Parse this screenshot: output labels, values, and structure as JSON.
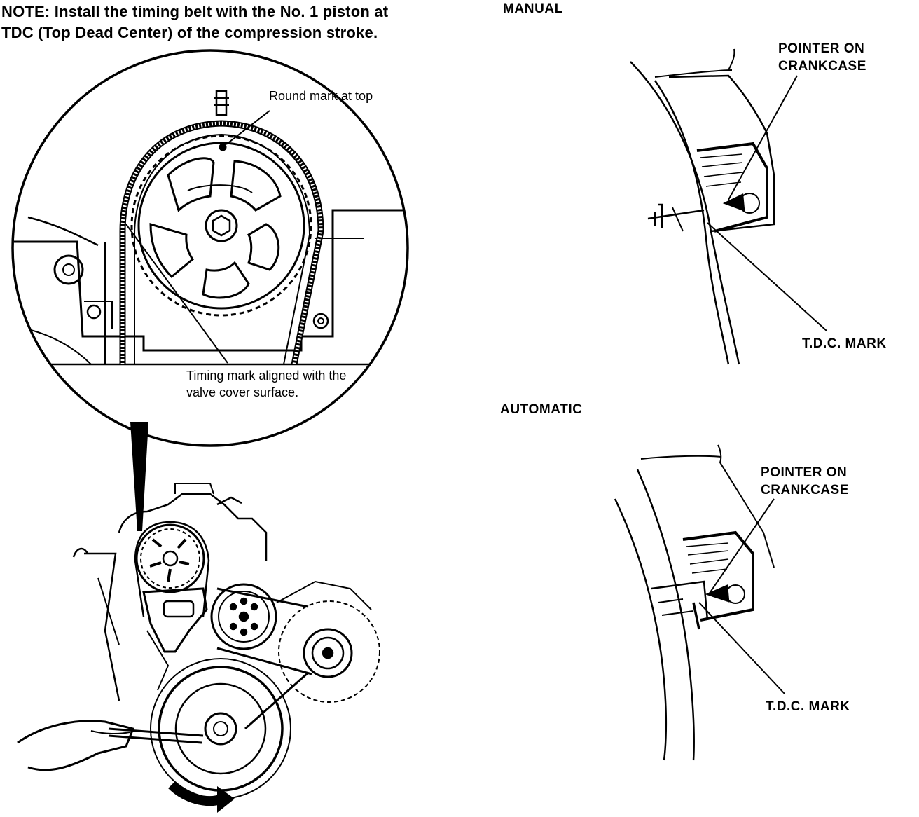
{
  "note": {
    "line1": "NOTE: Install the timing belt with the No. 1 piston at",
    "line2": "TDC (Top Dead Center) of the compression stroke."
  },
  "callouts": {
    "round_mark": "Round mark at top",
    "timing_mark_line1": "Timing mark aligned with the",
    "timing_mark_line2": "valve cover surface."
  },
  "manual": {
    "heading": "MANUAL",
    "pointer_line1": "POINTER ON",
    "pointer_line2": "CRANKCASE",
    "tdc_label": "T.D.C. MARK"
  },
  "automatic": {
    "heading": "AUTOMATIC",
    "pointer_line1": "POINTER ON",
    "pointer_line2": "CRANKCASE",
    "tdc_label": "T.D.C. MARK"
  }
}
